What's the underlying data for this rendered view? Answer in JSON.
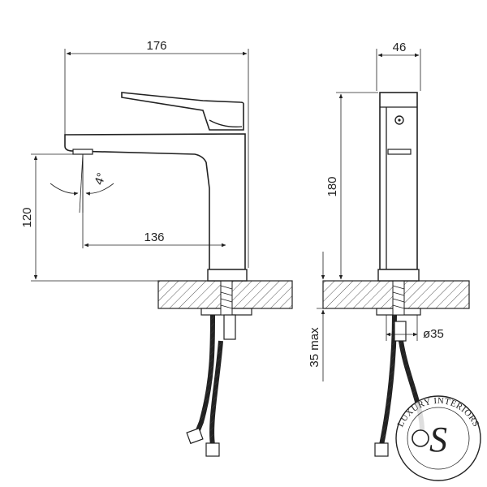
{
  "dimensions": {
    "front_width": "176",
    "front_height": "120",
    "front_reach": "136",
    "tilt_angle": "4°",
    "side_width": "46",
    "side_height": "180",
    "side_max_thickness": "35 max",
    "side_diameter": "ø35"
  },
  "logo": {
    "text": "LUXURY INTERIORS",
    "monogram": "S"
  }
}
